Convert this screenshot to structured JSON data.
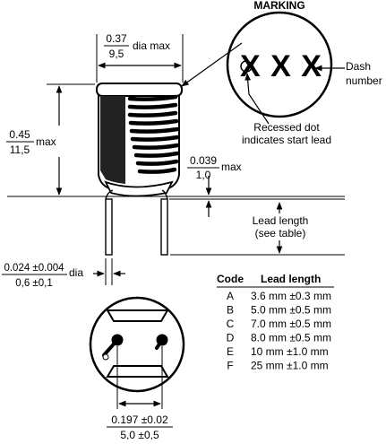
{
  "marking": {
    "title": "MARKING",
    "code": "X X X",
    "dash_label_1": "Dash",
    "dash_label_2": "number",
    "dot_label_1": "Recessed dot",
    "dot_label_2": "indicates start lead"
  },
  "dimensions": {
    "diameter": {
      "top": "0.37",
      "bottom": "9,5",
      "suffix": "dia max"
    },
    "height": {
      "top": "0.45",
      "bottom": "11,5",
      "suffix": "max"
    },
    "standoff": {
      "top": "0.039",
      "bottom": "1,0",
      "suffix": "max"
    },
    "lead_dia": {
      "top": "0.024 ±0.004",
      "bottom": "0,6 ±0,1",
      "suffix": "dia"
    },
    "lead_spacing": {
      "top": "0.197 ±0.02",
      "bottom": "5,0 ±0,5"
    },
    "lead_length_1": "Lead length",
    "lead_length_2": "(see table)"
  },
  "table": {
    "headers": [
      "Code",
      "Lead length"
    ],
    "rows": [
      {
        "code": "A",
        "length": "3.6 mm ±0.3 mm"
      },
      {
        "code": "B",
        "length": "5.0 mm ±0.5 mm"
      },
      {
        "code": "C",
        "length": "7.0 mm ±0.5 mm"
      },
      {
        "code": "D",
        "length": "8.0 mm ±0.5 mm"
      },
      {
        "code": "E",
        "length": "10 mm ±1.0 mm"
      },
      {
        "code": "F",
        "length": "25 mm ±1.0 mm"
      }
    ]
  }
}
